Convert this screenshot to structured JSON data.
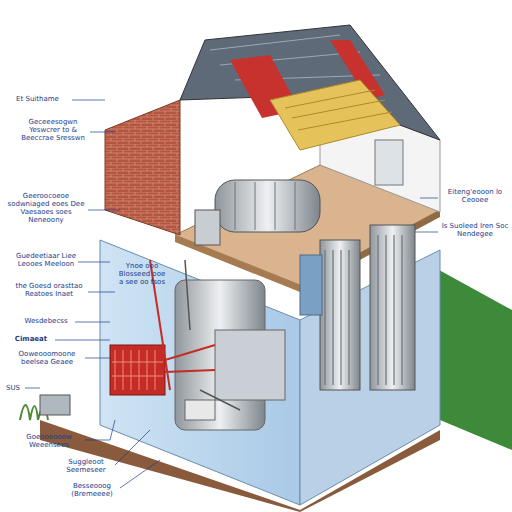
{
  "diagram": {
    "labels": [
      "Et Suithame",
      "Geceeesogwn Yeswcrer to & Beeccrae Sresswn",
      "Geeroocoeoe sodwniaged eoes Dee Vaesaoes soes Neneoony",
      "Guedeetiaar Liee Leooes Meeloon",
      "the Goesd orasttao Reatoes Inaet",
      "Wesdebecss",
      "Cimaeat",
      "Ooweooomoone beelsea Geaee",
      "SUS",
      "Goeooeooew Weeensees",
      "Suggleoot Seemeseer",
      "Besseooog (Bremeeee)",
      "Ynoe ooo Blosseed ooe a see oo tsos",
      "Eiteng'eooon lo Ceooee",
      "Is Suoleed Iren Soc Nendegee"
    ]
  }
}
